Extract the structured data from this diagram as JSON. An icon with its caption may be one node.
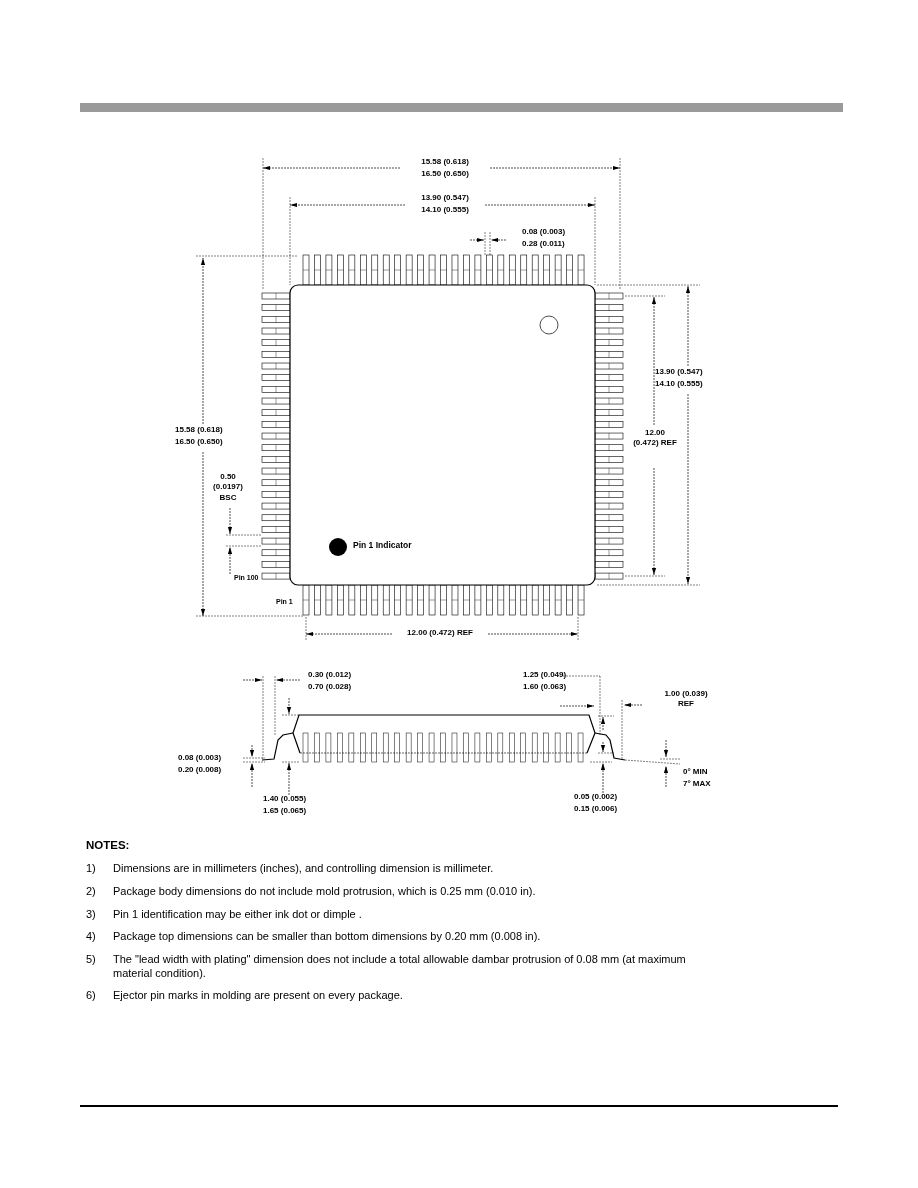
{
  "diagram": {
    "labels": [
      "15.58 (0.618)",
      "16.50 (0.650)",
      "13.90 (0.547)",
      "14.10 (0.555)",
      "0.08 (0.003)",
      "0.28 (0.011)",
      "15.58 (0.618)",
      "16.50 (0.650)",
      "0.50 (0.0197) BSC",
      "Pin 1 Indicator",
      "Pin 100",
      "Pin 1",
      "13.90 (0.547)",
      "14.10 (0.555)",
      "12.00 (0.472) REF",
      "12.00 (0.472) REF",
      "0.30 (0.012)",
      "0.70 (0.028)",
      "1.25 (0.049)",
      "1.60 (0.063)",
      "1.00 (0.039) REF",
      "0.08 (0.003)",
      "0.20 (0.008)",
      "0° MIN",
      "7° MAX",
      "1.40 (0.055)",
      "1.65 (0.065)",
      "0.05 (0.002)",
      "0.15 (0.006)",
      "NOTES:",
      "1)",
      "Dimensions are in millimeters (inches), and controlling dimension is millimeter.",
      "2)",
      "Package body dimensions do not include mold protrusion, which is 0.25 mm (0.010 in).",
      "3)",
      "Pin 1 identification may be either ink dot or dimple .",
      "4)",
      "Package top dimensions can be smaller than bottom dimensions by 0.20 mm (0.008 in).",
      "5)",
      "The \"lead width with plating\" dimension does not include a total allowable dambar protrusion of 0.08 mm (at maximum material condition).",
      "6)",
      "Ejector pin marks in molding are present on every package."
    ]
  }
}
